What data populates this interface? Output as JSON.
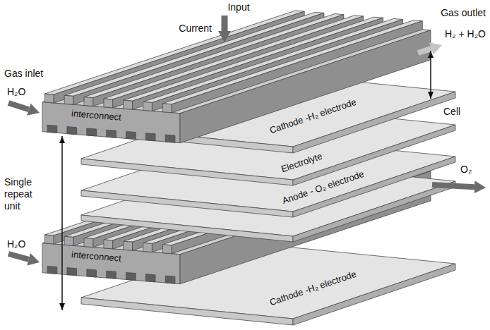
{
  "diagram": {
    "nodes": [
      {
        "text": [
          "interconnect"
        ]
      },
      {
        "text": [
          "Cathode -H₂ electrode"
        ]
      },
      {
        "text": [
          "Electrolyte"
        ]
      },
      {
        "text": [
          "Anode - O₂ electrode"
        ]
      },
      {
        "text": [
          "interconnect"
        ]
      },
      {
        "text": [
          "Cathode -H₂ electrode"
        ]
      }
    ],
    "labels": [
      "Input",
      "Current",
      "Gas outlet",
      "H₂ + H₂O",
      "Gas inlet",
      "H₂O",
      "Cell",
      "O₂",
      "Single repeat unit",
      "H₂O"
    ]
  }
}
